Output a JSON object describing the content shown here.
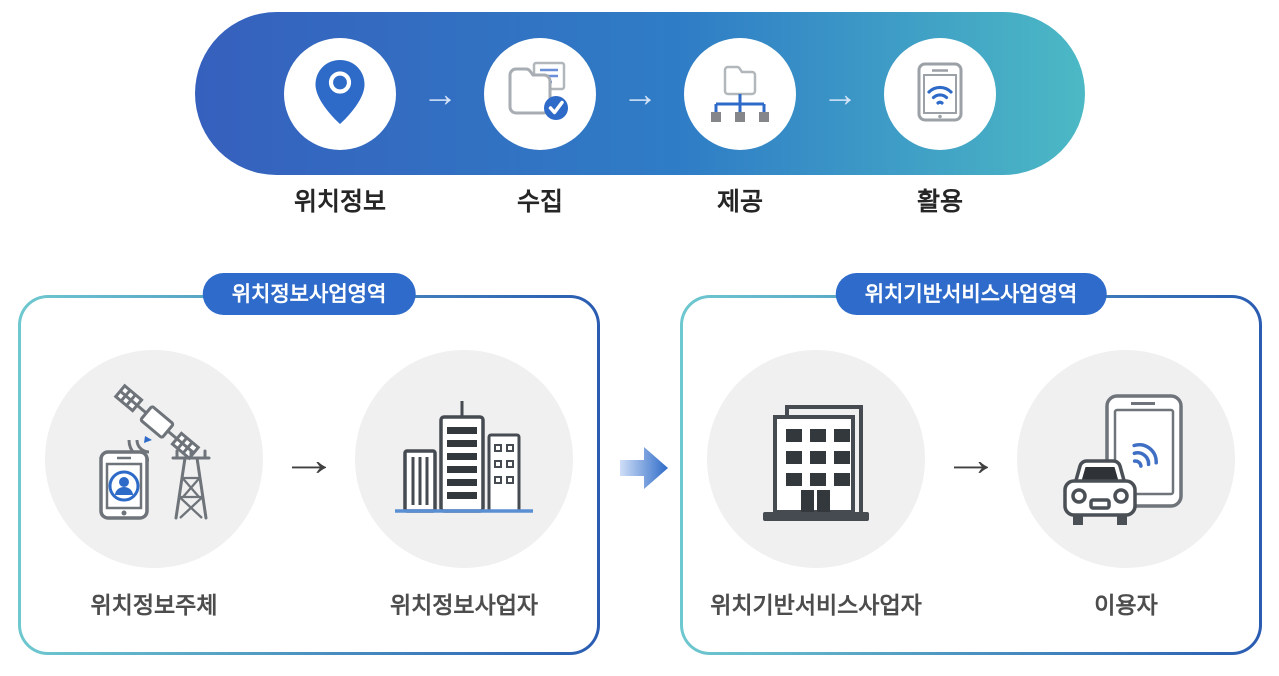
{
  "flow": {
    "arrow_glyph": "→",
    "steps": [
      {
        "label": "위치정보",
        "icon": "location-pin-icon"
      },
      {
        "label": "수집",
        "icon": "folder-check-icon"
      },
      {
        "label": "제공",
        "icon": "folder-share-icon"
      },
      {
        "label": "활용",
        "icon": "tablet-wifi-icon"
      }
    ]
  },
  "areas": [
    {
      "badge": "위치정보사업영역",
      "arrow_glyph": "→",
      "entities": [
        {
          "label": "위치정보주체",
          "icon": "satellite-phone-tower-icon"
        },
        {
          "label": "위치정보사업자",
          "icon": "city-buildings-icon"
        }
      ]
    },
    {
      "badge": "위치기반서비스사업영역",
      "arrow_glyph": "→",
      "entities": [
        {
          "label": "위치기반서비스사업자",
          "icon": "office-building-icon"
        },
        {
          "label": "이용자",
          "icon": "tablet-car-icon"
        }
      ]
    }
  ],
  "colors": {
    "pill_gradient_start": "#3660bd",
    "pill_gradient_mid": "#2f7dc6",
    "pill_gradient_end": "#4cb9c5",
    "badge_blue": "#2e6bca",
    "accent_blue": "#2e6bc8",
    "box_border_teal": "#6ec8cf",
    "box_border_blue": "#2a5cb2",
    "entity_circle_gray": "#f0f0f1",
    "flow_label_dark": "#262626",
    "entity_label_gray": "#4d4d4d"
  }
}
